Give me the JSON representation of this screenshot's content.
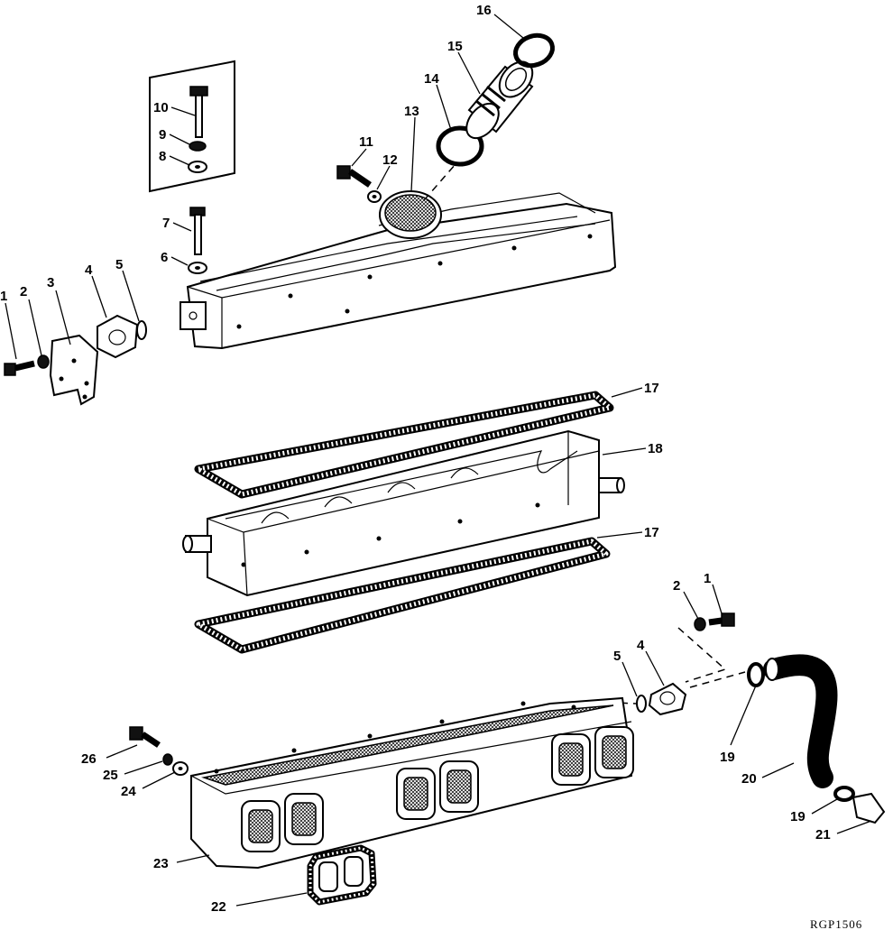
{
  "diagram": {
    "reference_code": "RGP1506",
    "callouts": [
      {
        "id": "c1a",
        "label": "1"
      },
      {
        "id": "c2a",
        "label": "2"
      },
      {
        "id": "c3",
        "label": "3"
      },
      {
        "id": "c4a",
        "label": "4"
      },
      {
        "id": "c5a",
        "label": "5"
      },
      {
        "id": "c6",
        "label": "6"
      },
      {
        "id": "c7",
        "label": "7"
      },
      {
        "id": "c8",
        "label": "8"
      },
      {
        "id": "c9",
        "label": "9"
      },
      {
        "id": "c10",
        "label": "10"
      },
      {
        "id": "c11",
        "label": "11"
      },
      {
        "id": "c12",
        "label": "12"
      },
      {
        "id": "c13",
        "label": "13"
      },
      {
        "id": "c14",
        "label": "14"
      },
      {
        "id": "c15",
        "label": "15"
      },
      {
        "id": "c16",
        "label": "16"
      },
      {
        "id": "c17a",
        "label": "17"
      },
      {
        "id": "c18",
        "label": "18"
      },
      {
        "id": "c17b",
        "label": "17"
      },
      {
        "id": "c1b",
        "label": "1"
      },
      {
        "id": "c2b",
        "label": "2"
      },
      {
        "id": "c4b",
        "label": "4"
      },
      {
        "id": "c5b",
        "label": "5"
      },
      {
        "id": "c19a",
        "label": "19"
      },
      {
        "id": "c20",
        "label": "20"
      },
      {
        "id": "c19b",
        "label": "19"
      },
      {
        "id": "c21",
        "label": "21"
      },
      {
        "id": "c22",
        "label": "22"
      },
      {
        "id": "c23",
        "label": "23"
      },
      {
        "id": "c24",
        "label": "24"
      },
      {
        "id": "c25",
        "label": "25"
      },
      {
        "id": "c26",
        "label": "26"
      }
    ]
  }
}
